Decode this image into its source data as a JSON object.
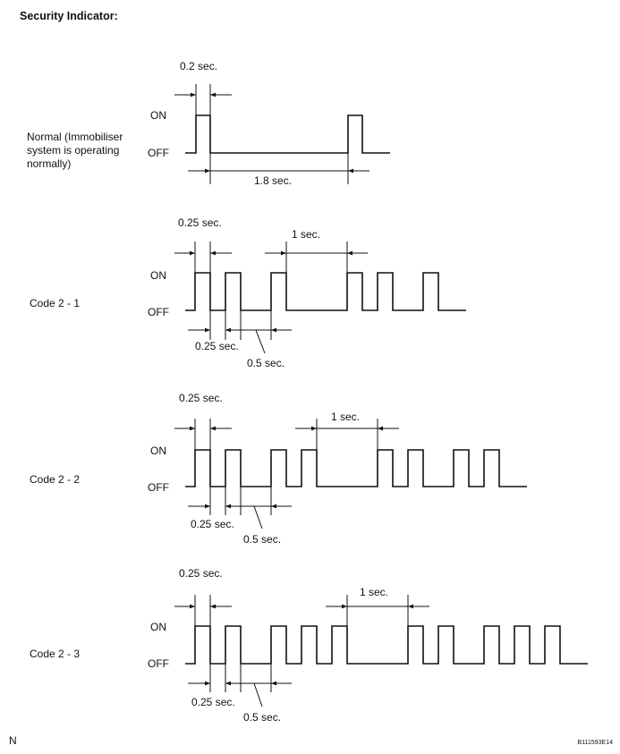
{
  "title": "Security Indicator:",
  "level_on": "ON",
  "level_off": "OFF",
  "sections": [
    {
      "id": "normal",
      "label_lines": [
        "Normal (Immobiliser",
        "system is operating",
        "normally)"
      ],
      "times": {
        "pulse_top": "0.2 sec.",
        "gap_bottom": "1.8 sec."
      }
    },
    {
      "id": "code-2-1",
      "label_lines": [
        "Code 2 - 1"
      ],
      "times": {
        "pulse_top": "0.25 sec.",
        "gap_top": "1 sec.",
        "short_off": "0.25 sec.",
        "long_off": "0.5 sec."
      }
    },
    {
      "id": "code-2-2",
      "label_lines": [
        "Code 2 - 2"
      ],
      "times": {
        "pulse_top": "0.25 sec.",
        "gap_top": "1 sec.",
        "short_off": "0.25 sec.",
        "long_off": "0.5 sec."
      }
    },
    {
      "id": "code-2-3",
      "label_lines": [
        "Code 2 - 3"
      ],
      "times": {
        "pulse_top": "0.25 sec.",
        "gap_top": "1 sec.",
        "short_off": "0.25 sec.",
        "long_off": "0.5 sec."
      }
    }
  ],
  "footer": {
    "left": "N",
    "right": "B111593E14"
  }
}
